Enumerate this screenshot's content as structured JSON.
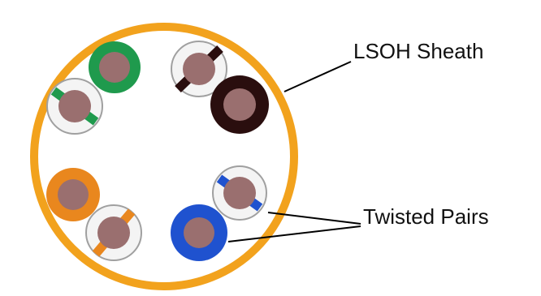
{
  "diagram": {
    "labels": {
      "sheath": "LSOH Sheath",
      "pairs": "Twisted Pairs"
    },
    "colors": {
      "sheath": "#f2a21d",
      "conductor": "#9a6f6f",
      "green": "#1f9a4d",
      "brown": "#2a0e0e",
      "orange": "#e9871e",
      "blue": "#1f52cf",
      "stripe_core": "#f4f4f4",
      "leader": "#000000"
    },
    "pairs": [
      {
        "name": "green-pair",
        "solid_color": "green",
        "striped_color": "green"
      },
      {
        "name": "brown-pair",
        "solid_color": "brown",
        "striped_color": "brown"
      },
      {
        "name": "orange-pair",
        "solid_color": "orange",
        "striped_color": "orange"
      },
      {
        "name": "blue-pair",
        "solid_color": "blue",
        "striped_color": "blue"
      }
    ]
  }
}
